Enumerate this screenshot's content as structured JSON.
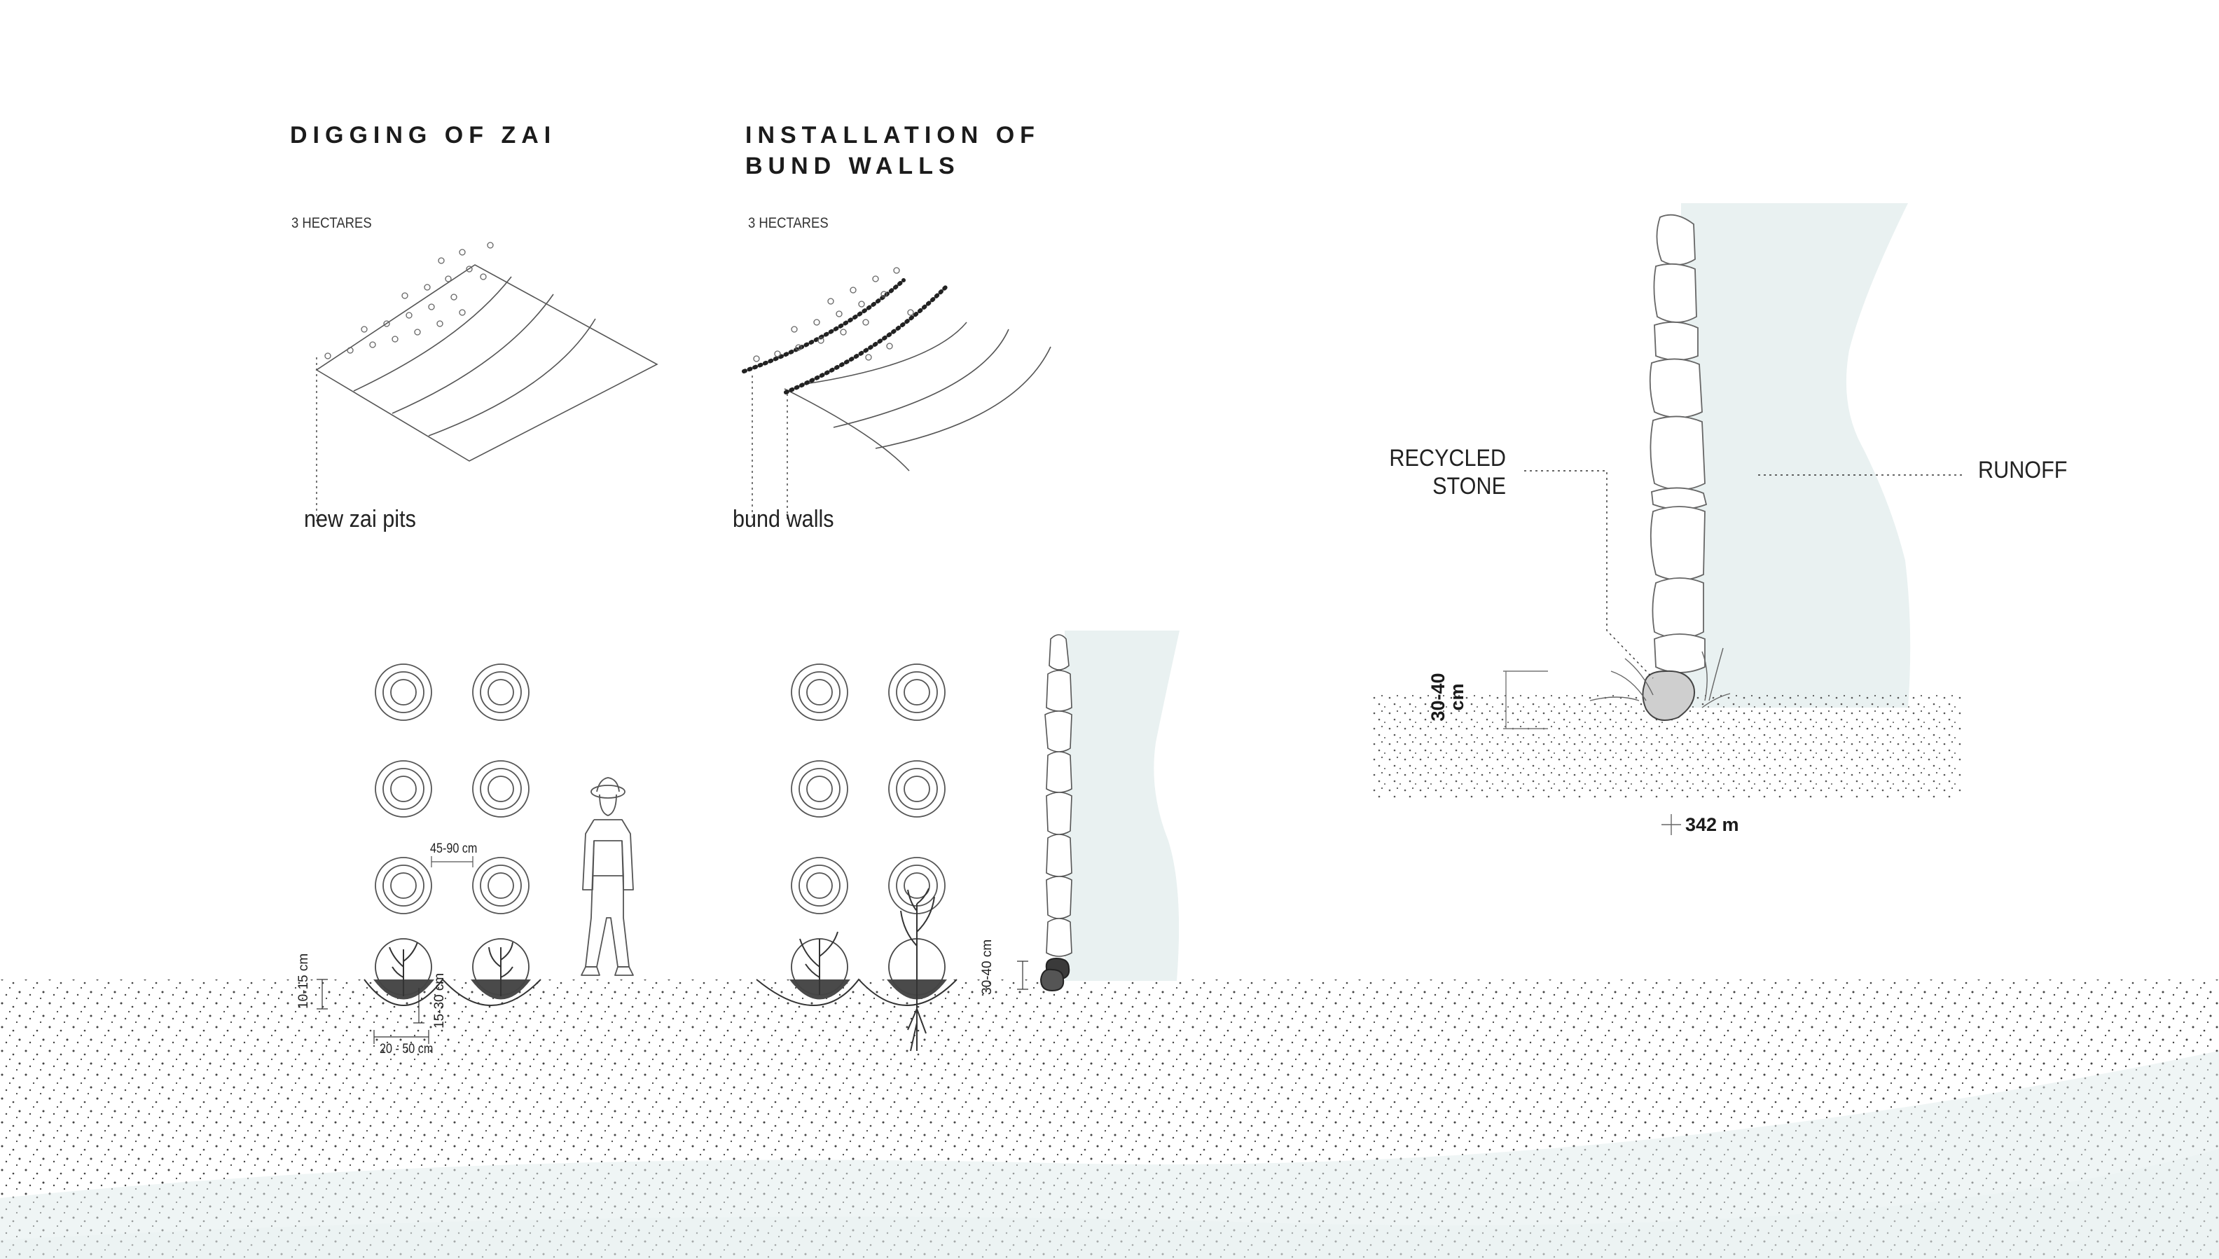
{
  "panels": {
    "zai": {
      "title": "DIGGING OF ZAI",
      "area": "3 HECTARES",
      "caption": "new zai pits",
      "dims": {
        "spacing": "45-90 cm",
        "pit_depth": "10-15 cm",
        "root_depth": "15-30 cm",
        "pit_width": "20 - 50 cm"
      }
    },
    "bund": {
      "title_line1": "INSTALLATION OF",
      "title_line2": "BUND WALLS",
      "area": "3 HECTARES",
      "caption": "bund walls",
      "dims": {
        "wall_height": "30-40 cm"
      }
    },
    "detail": {
      "stone_label_line1": "RECYCLED",
      "stone_label_line2": "STONE",
      "runoff_label": "RUNOFF",
      "height_line1": "30-40",
      "height_line2": "cm",
      "length": "342 m"
    }
  },
  "colors": {
    "water": "#e9f1f1",
    "ink": "#333333",
    "soil_dot": "#444444",
    "pit_fill": "#4a4a4a",
    "stone_fill": "#cfcfcf"
  }
}
